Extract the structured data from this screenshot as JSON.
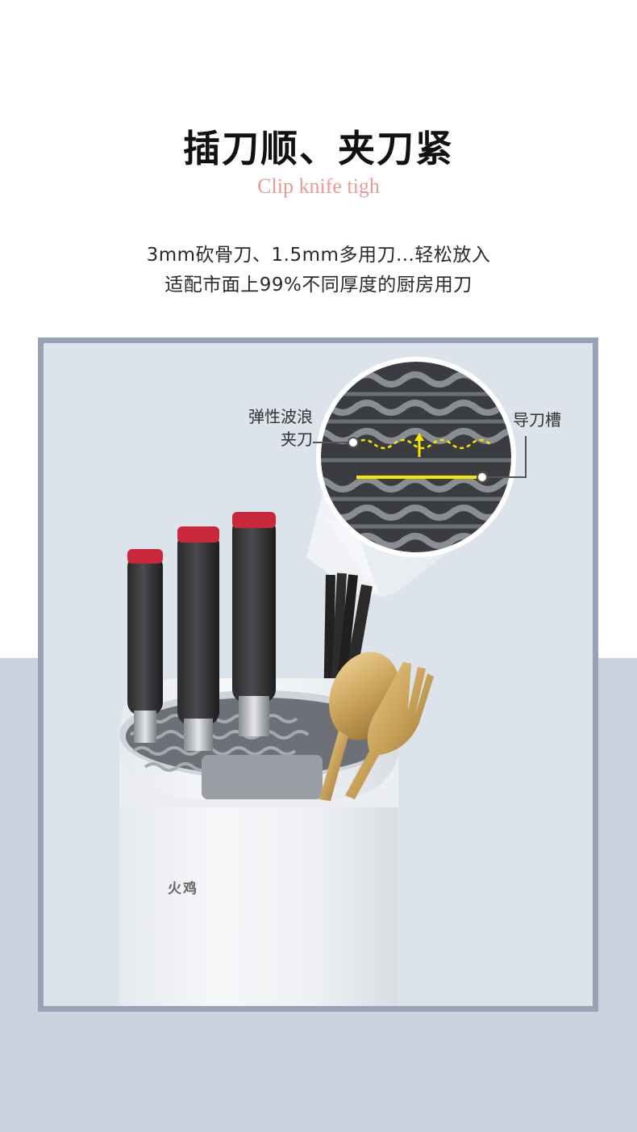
{
  "heading": {
    "title": "插刀顺、夹刀紧",
    "subtitle": "Clip knife tigh"
  },
  "description": {
    "line1": "3mm砍骨刀、1.5mm多用刀...轻松放入",
    "line2": "适配市面上99%不同厚度的厨房用刀"
  },
  "callouts": {
    "left_line1": "弹性波浪",
    "left_line2": "夹刀",
    "right": "导刀槽"
  },
  "product": {
    "brand": "火鸡"
  },
  "colors": {
    "accent_title": "#e89b92",
    "frame": "#97a2b6",
    "highlight": "#f5e600"
  }
}
